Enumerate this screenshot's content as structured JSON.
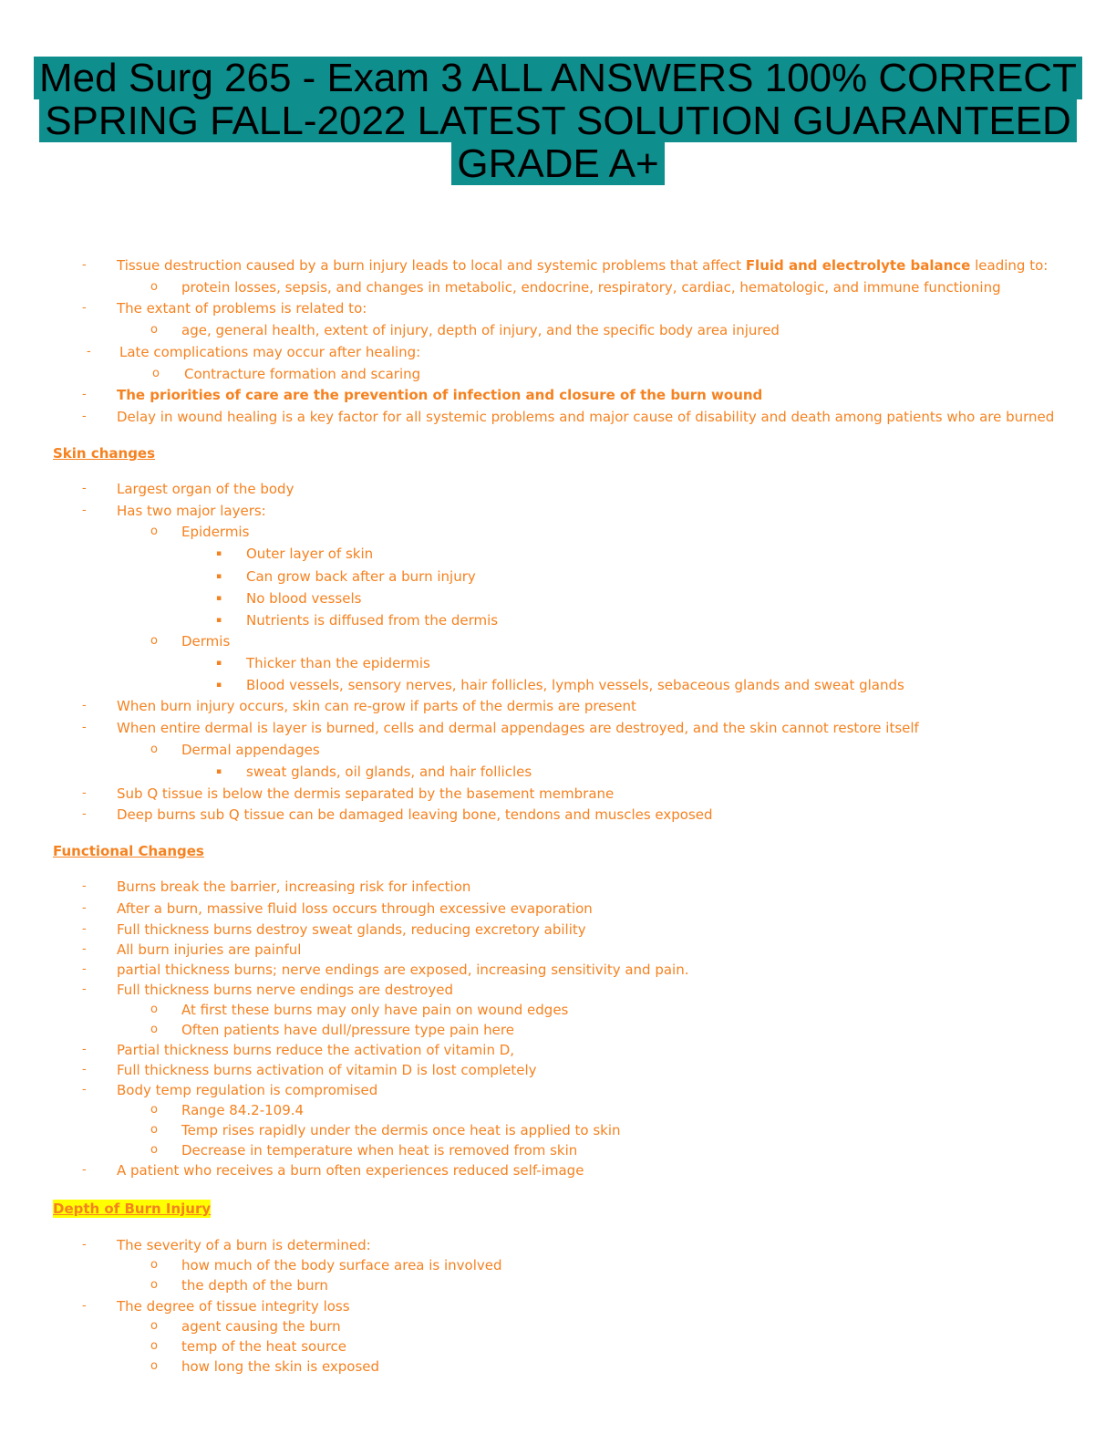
{
  "title": {
    "line1": "Med Surg 265 - Exam 3 ALL ANSWERS 100% CORRECT",
    "line2": "SPRING FALL-2022 LATEST SOLUTION GUARANTEED",
    "line3": "GRADE A+"
  },
  "colors": {
    "text_orange": "#f58220",
    "title_highlight": "#0e8f8e",
    "heading_highlight": "#ffff00"
  },
  "bullets": {
    "level1": "-",
    "level2": "o",
    "level3": "▪"
  },
  "intro": {
    "l1_pre": "Tissue destruction caused by a burn injury leads to local and systemic problems that affect ",
    "l1_bold": "Fluid and electrolyte balance",
    "l1_post": " leading to:",
    "l2": "protein losses, sepsis, and changes in metabolic, endocrine, respiratory, cardiac, hematologic, and immune functioning",
    "l3": "The extant of problems is related to:",
    "l4": "age, general health, extent of injury, depth of injury, and the specific body area injured",
    "l5": "Late complications may occur after healing:",
    "l6": "Contracture formation and scaring",
    "l7": "The priorities of care are the prevention of infection and closure of the burn wound",
    "l8": "Delay in wound healing is a key factor for all systemic problems and major cause of disability and death among patients who are burned"
  },
  "skin": {
    "heading": "Skin changes",
    "l1": "Largest organ of the body",
    "l2": "Has two major layers:",
    "l3": "Epidermis",
    "l4": "Outer layer of skin",
    "l5": "Can grow back after a burn injury",
    "l6": "No blood vessels",
    "l7": "Nutrients is diffused from the dermis",
    "l8": "Dermis",
    "l9": "Thicker than the epidermis",
    "l10": "Blood vessels, sensory nerves, hair follicles, lymph vessels, sebaceous glands and sweat glands",
    "l11": "When burn injury occurs, skin can re-grow if parts of the dermis are present",
    "l12": "When entire dermal is layer is burned, cells and dermal appendages are destroyed, and the skin cannot restore itself",
    "l13": "Dermal appendages",
    "l14": "sweat glands, oil glands, and hair follicles",
    "l15": "Sub Q tissue is below the dermis separated by the basement membrane",
    "l16": "Deep burns sub Q tissue can be damaged leaving bone, tendons and muscles exposed"
  },
  "functional": {
    "heading": "Functional Changes",
    "l1": "Burns break the barrier, increasing risk for infection",
    "l2": "After a burn, massive fluid loss occurs through excessive evaporation",
    "l3": "Full thickness burns destroy sweat glands, reducing excretory ability",
    "l4": "All burn injuries are painful",
    "l5": "partial thickness burns; nerve endings are exposed, increasing sensitivity and pain.",
    "l6": "Full thickness burns nerve endings are destroyed",
    "l7": "At first these burns may only have pain on wound edges",
    "l8": "Often patients have dull/pressure type pain here",
    "l9": "Partial thickness burns reduce the activation of vitamin D,",
    "l10": "Full thickness burns activation of vitamin D is lost completely",
    "l11": "Body temp regulation is compromised",
    "l12": "Range 84.2-109.4",
    "l13": "Temp rises rapidly under the dermis once heat is applied to skin",
    "l14": "Decrease in temperature when heat is removed from skin",
    "l15": "A patient who receives a burn often experiences reduced self-image"
  },
  "depth": {
    "heading": "Depth of Burn Injury",
    "l1": "The severity of a burn is determined:",
    "l2": "how much of the body surface area is involved",
    "l3": "the depth of the burn",
    "l4": "The degree of tissue integrity loss",
    "l5": "agent causing the burn",
    "l6": "temp of the heat source",
    "l7": "how long the skin is exposed"
  }
}
